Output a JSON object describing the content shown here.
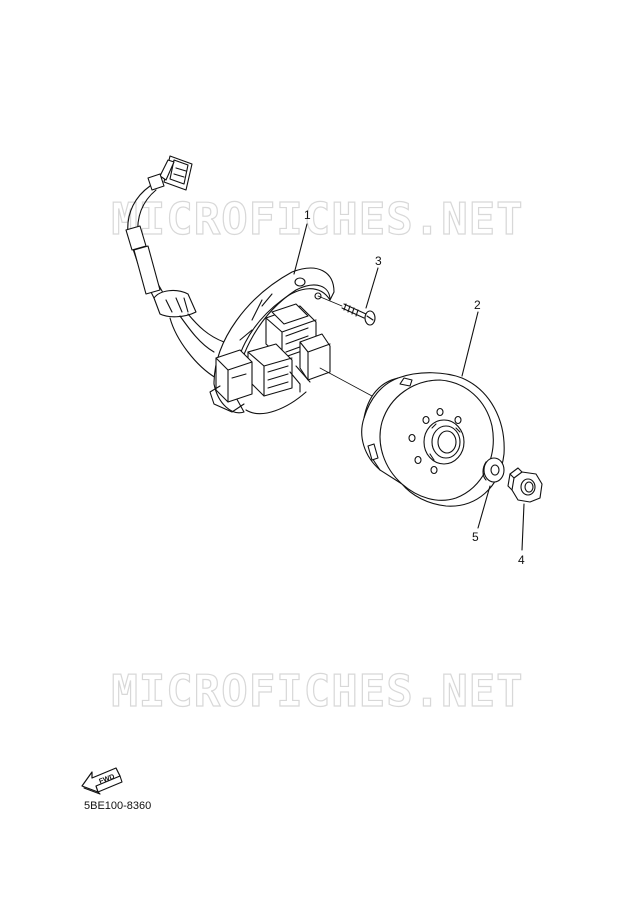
{
  "watermark": {
    "text": "MICROFICHES.NET"
  },
  "callouts": [
    {
      "id": "1",
      "label": "1"
    },
    {
      "id": "2",
      "label": "2"
    },
    {
      "id": "3",
      "label": "3"
    },
    {
      "id": "4",
      "label": "4"
    },
    {
      "id": "5",
      "label": "5"
    }
  ],
  "fwd": {
    "label": "FWD"
  },
  "diagram_code": "5BE100-8360",
  "colors": {
    "line": "#111111",
    "watermark_stroke": "#d4d4d4",
    "background": "#ffffff"
  }
}
